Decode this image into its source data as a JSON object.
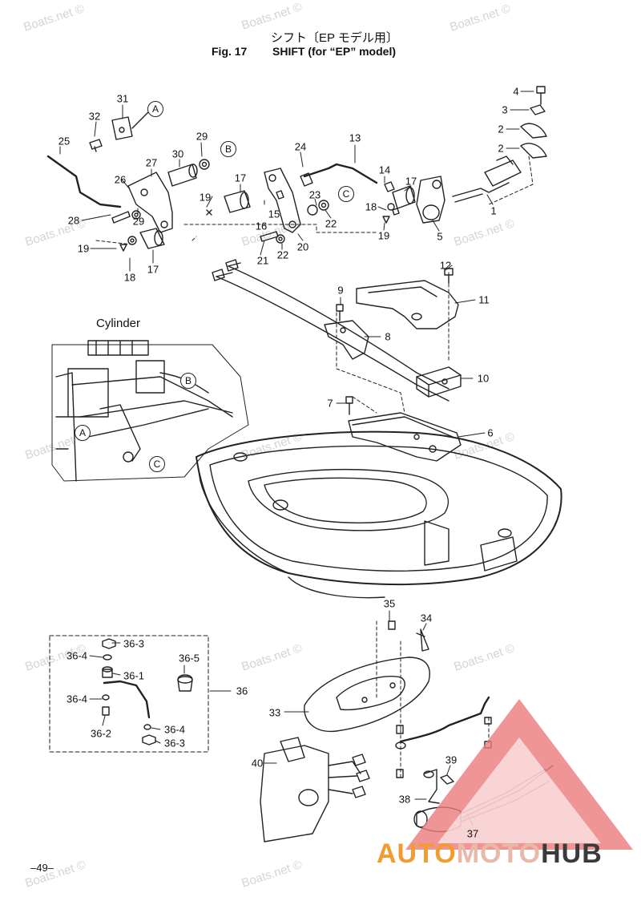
{
  "header": {
    "jp_title": "シフト〔EP モデル用〕",
    "fig": "Fig. 17",
    "title": "SHIFT (for “EP” model)"
  },
  "watermark": "Boats.net ©",
  "inset_label": "Cylinder",
  "page_number": "–49–",
  "brand": {
    "part1": "AUTO",
    "part2": "MOTO",
    "part3": "HUB",
    "colors": {
      "part1": "#f29b2f",
      "part2": "#e8b8a8",
      "part3": "#3a3a3a",
      "triangle": "#e86a6a"
    }
  },
  "callouts": [
    {
      "id": "c31",
      "text": "31"
    },
    {
      "id": "c32",
      "text": "32"
    },
    {
      "id": "c25",
      "text": "25"
    },
    {
      "id": "c26",
      "text": "26"
    },
    {
      "id": "c27",
      "text": "27"
    },
    {
      "id": "c28",
      "text": "28"
    },
    {
      "id": "c29a",
      "text": "29"
    },
    {
      "id": "c29b",
      "text": "29"
    },
    {
      "id": "c30",
      "text": "30"
    },
    {
      "id": "c19a",
      "text": "19"
    },
    {
      "id": "c18a",
      "text": "18"
    },
    {
      "id": "c17a",
      "text": "17"
    },
    {
      "id": "c17b",
      "text": "17"
    },
    {
      "id": "c19b",
      "text": "19"
    },
    {
      "id": "c16",
      "text": "16"
    },
    {
      "id": "c15",
      "text": "15"
    },
    {
      "id": "c21",
      "text": "21"
    },
    {
      "id": "c22a",
      "text": "22"
    },
    {
      "id": "c20",
      "text": "20"
    },
    {
      "id": "c24",
      "text": "24"
    },
    {
      "id": "c13",
      "text": "13"
    },
    {
      "id": "c23",
      "text": "23"
    },
    {
      "id": "c22b",
      "text": "22"
    },
    {
      "id": "c14",
      "text": "14"
    },
    {
      "id": "c17c",
      "text": "17"
    },
    {
      "id": "c18b",
      "text": "18"
    },
    {
      "id": "c19c",
      "text": "19"
    },
    {
      "id": "c5",
      "text": "5"
    },
    {
      "id": "c1",
      "text": "1"
    },
    {
      "id": "c4",
      "text": "4"
    },
    {
      "id": "c3",
      "text": "3"
    },
    {
      "id": "c2a",
      "text": "2"
    },
    {
      "id": "c2b",
      "text": "2"
    },
    {
      "id": "c12",
      "text": "12"
    },
    {
      "id": "c9",
      "text": "9"
    },
    {
      "id": "c11",
      "text": "11"
    },
    {
      "id": "c8",
      "text": "8"
    },
    {
      "id": "c10",
      "text": "10"
    },
    {
      "id": "c7",
      "text": "7"
    },
    {
      "id": "c6",
      "text": "6"
    },
    {
      "id": "c35",
      "text": "35"
    },
    {
      "id": "c34",
      "text": "34"
    },
    {
      "id": "c33",
      "text": "33"
    },
    {
      "id": "c40",
      "text": "40"
    },
    {
      "id": "c39",
      "text": "39"
    },
    {
      "id": "c38",
      "text": "38"
    },
    {
      "id": "c37",
      "text": "37"
    },
    {
      "id": "c36",
      "text": "36"
    },
    {
      "id": "c36_3a",
      "text": "36-3"
    },
    {
      "id": "c36_4a",
      "text": "36-4"
    },
    {
      "id": "c36_1",
      "text": "36-1"
    },
    {
      "id": "c36_5",
      "text": "36-5"
    },
    {
      "id": "c36_4b",
      "text": "36-4"
    },
    {
      "id": "c36_2",
      "text": "36-2"
    },
    {
      "id": "c36_4c",
      "text": "36-4"
    },
    {
      "id": "c36_3b",
      "text": "36-3"
    }
  ],
  "refs": [
    {
      "id": "rA1",
      "text": "A"
    },
    {
      "id": "rB1",
      "text": "B"
    },
    {
      "id": "rC1",
      "text": "C"
    },
    {
      "id": "rA2",
      "text": "A"
    },
    {
      "id": "rB2",
      "text": "B"
    },
    {
      "id": "rC2",
      "text": "C"
    }
  ]
}
